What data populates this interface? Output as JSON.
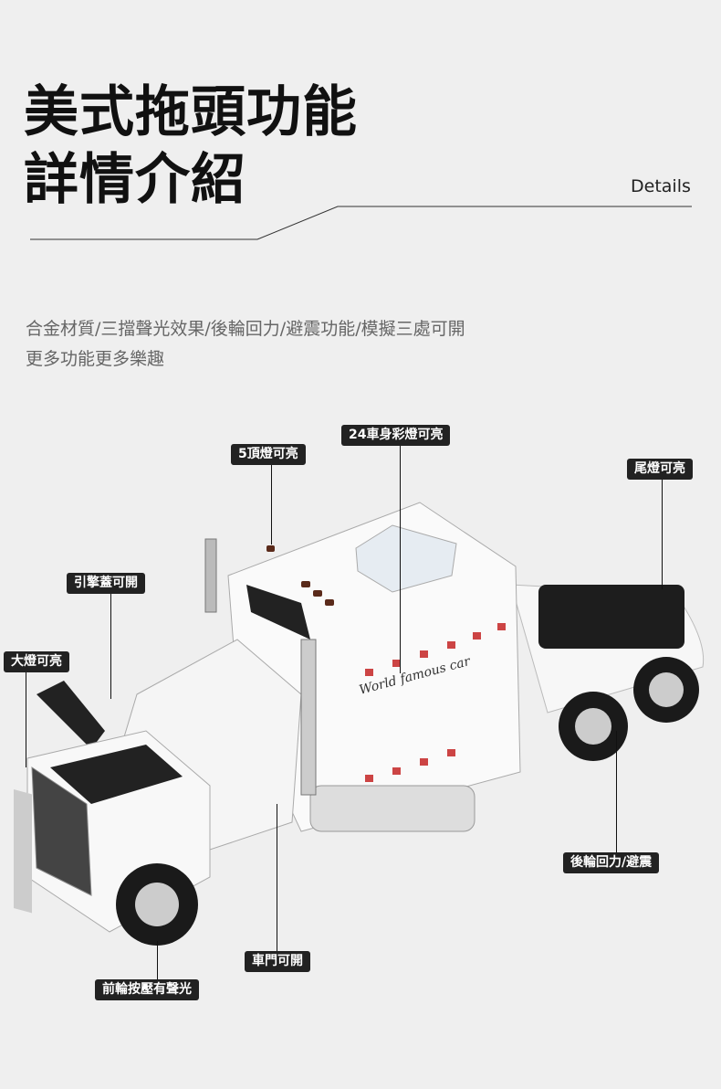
{
  "header": {
    "title_line1": "美式拖頭功能",
    "title_line2": "詳情介紹",
    "details_label": "Details"
  },
  "intro": {
    "line1": "合金材質/三擋聲光效果/後輪回力/避震功能/模擬三處可開",
    "line2": "更多功能更多樂趣"
  },
  "callouts": {
    "top_lights": "5頂燈可亮",
    "body_lights": "24車身彩燈可亮",
    "tail_lights": "尾燈可亮",
    "hood": "引擎蓋可開",
    "headlights": "大燈可亮",
    "rear_wheels": "後輪回力/避震",
    "door": "車門可開",
    "front_wheels": "前輪按壓有聲光"
  }
}
